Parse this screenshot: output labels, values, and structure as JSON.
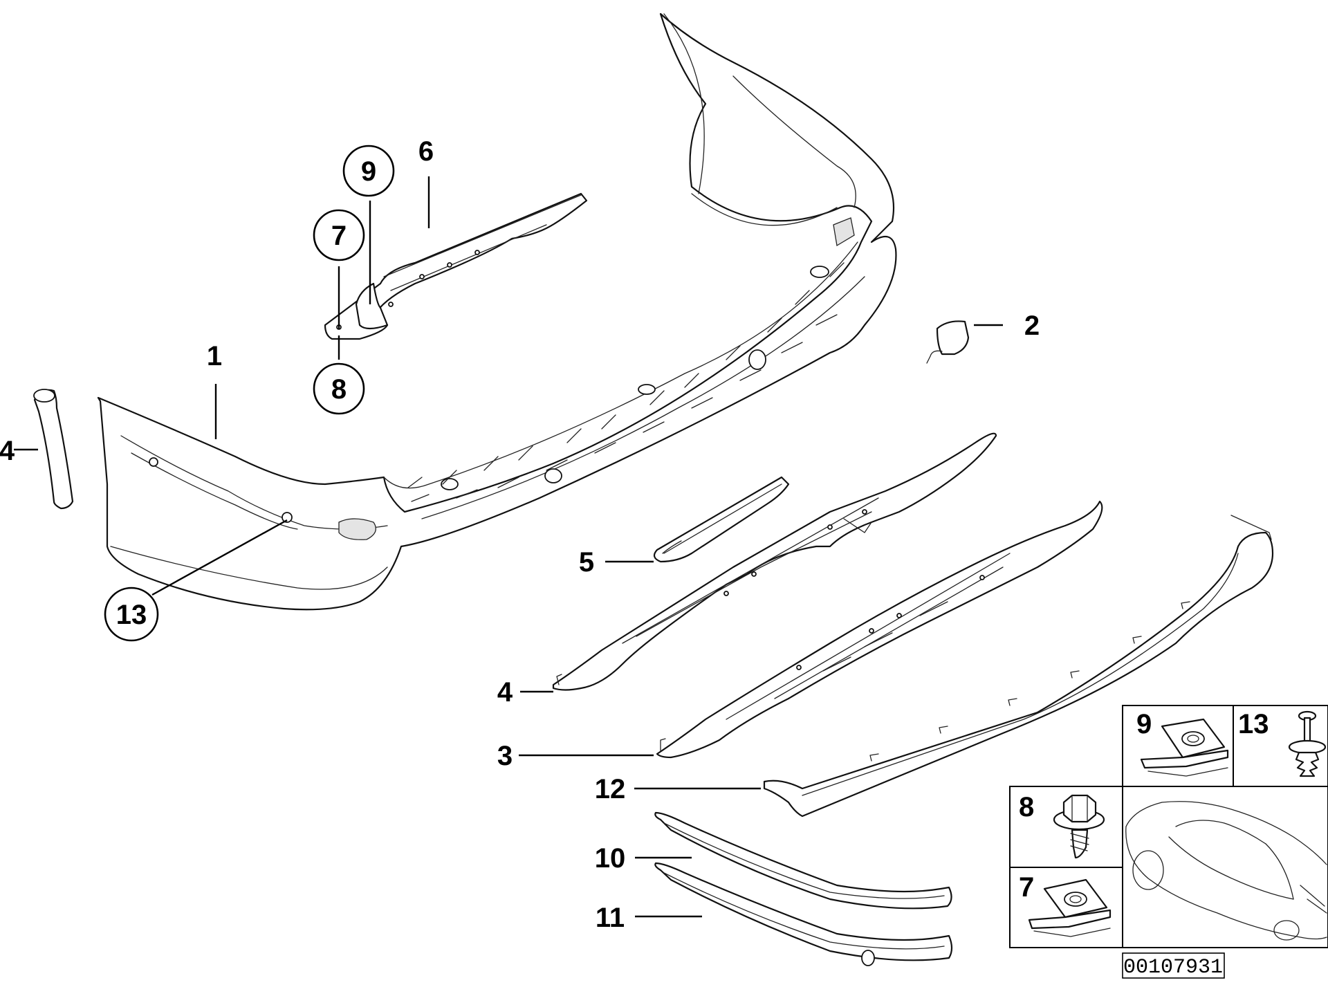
{
  "diagram": {
    "reference_number": "00107931",
    "callouts": {
      "c1": "1",
      "c2": "2",
      "c3": "3",
      "c4a": "4",
      "c4b": "4",
      "c5": "5",
      "c6": "6",
      "c7": "7",
      "c8": "8",
      "c9": "9",
      "c10": "10",
      "c11": "11",
      "c12": "12",
      "c13": "13"
    },
    "inset_labels": {
      "i9": "9",
      "i13": "13",
      "i8": "8",
      "i7": "7"
    }
  }
}
